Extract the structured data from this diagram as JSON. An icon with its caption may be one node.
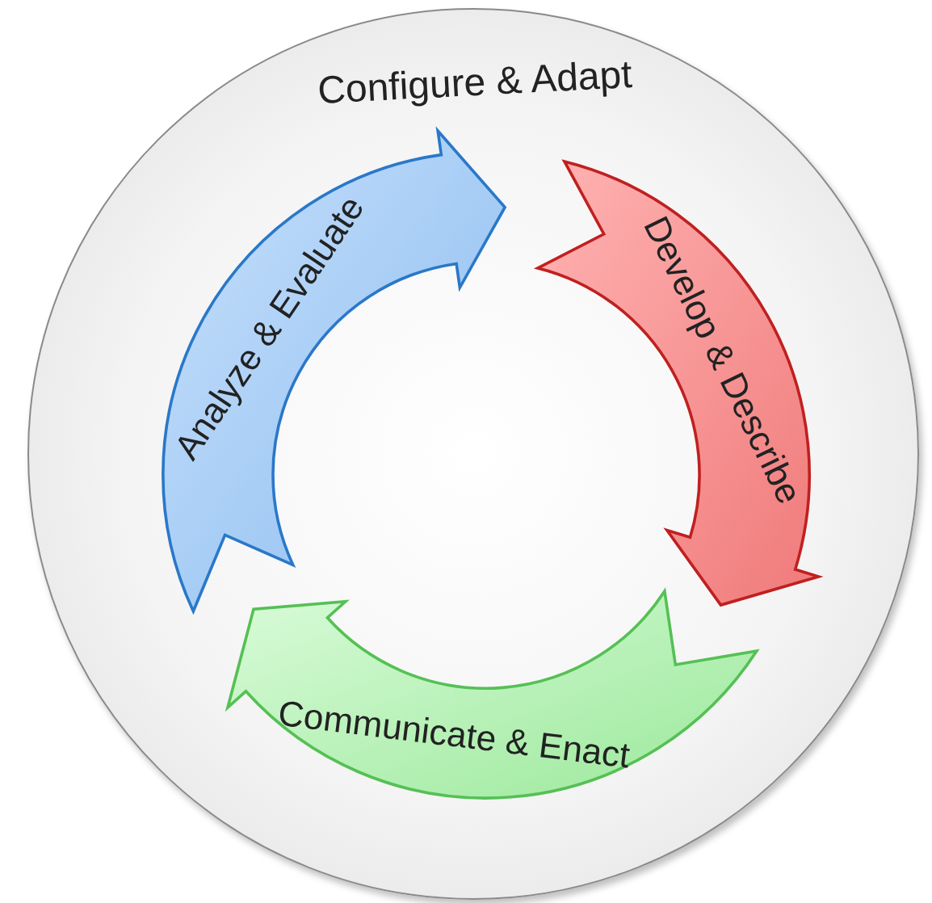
{
  "diagram": {
    "nodes": [
      {
        "text": [
          "Configure & Adapt"
        ]
      },
      {
        "text": [
          "Analyze & Evaluate"
        ],
        "in": 0
      },
      {
        "text": [
          "Develop & Describe"
        ],
        "in": 0
      },
      {
        "text": [
          "Communicate & Enact"
        ],
        "in": 0
      }
    ]
  }
}
